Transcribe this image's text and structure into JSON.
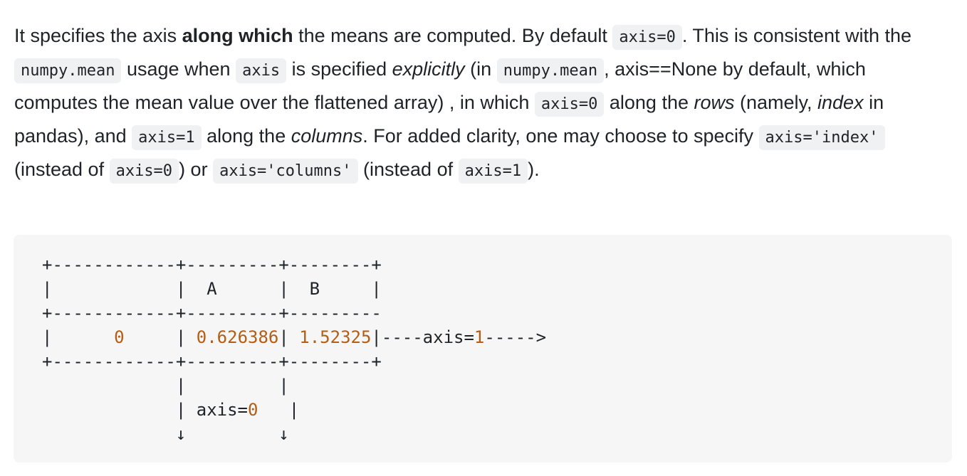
{
  "paragraph": {
    "s1": "It specifies the axis ",
    "s1_bold": "along which",
    "s2": " the means are computed. By default ",
    "c1": "axis=0",
    "s3": ". This is consistent with the ",
    "c2": "numpy.mean",
    "s4": " usage when ",
    "c3": "axis",
    "s5": " is specified ",
    "s5_em": "explicitly",
    "s6": " (in ",
    "c4": "numpy.mean",
    "s7": ", axis==None by default, which computes the mean value over the flattened array) , in which ",
    "c5": "axis=0",
    "s8": " along the ",
    "s8_em": "rows",
    "s9": " (namely, ",
    "s9_em": "index",
    "s10": " in pandas), and ",
    "c6": "axis=1",
    "s11": " along the ",
    "s11_em": "columns",
    "s12": ". For added clarity, one may choose to specify ",
    "c7": "axis='index'",
    "s13": " (instead of ",
    "c8": "axis=0",
    "s14": ") or ",
    "c9": "axis='columns'",
    "s15": " (instead of ",
    "c10": "axis=1",
    "s16": ")."
  },
  "code": {
    "border_top": "+------------+---------+--------+",
    "header_left": "|            |  A      |  B     |",
    "border_mid": "+------------+---------+---------",
    "row_pre": "|      ",
    "row_index": "0",
    "row_mid1": "     | ",
    "row_val_a": "0.626386",
    "row_mid2": "| ",
    "row_val_b": "1.52325",
    "row_arrow_pre": "|----axis=",
    "row_arrow_num": "1",
    "row_arrow_post": "----->",
    "border_bot": "+------------+---------+--------+",
    "down1": "             |         |",
    "down2_pre": "             | axis=",
    "down2_num": "0",
    "down2_post": "   |",
    "down3": "             ↓         ↓"
  },
  "colors": {
    "inline_code_bg": "#eff1f3",
    "code_block_bg": "#f6f6f6",
    "number": "#b35e14"
  }
}
